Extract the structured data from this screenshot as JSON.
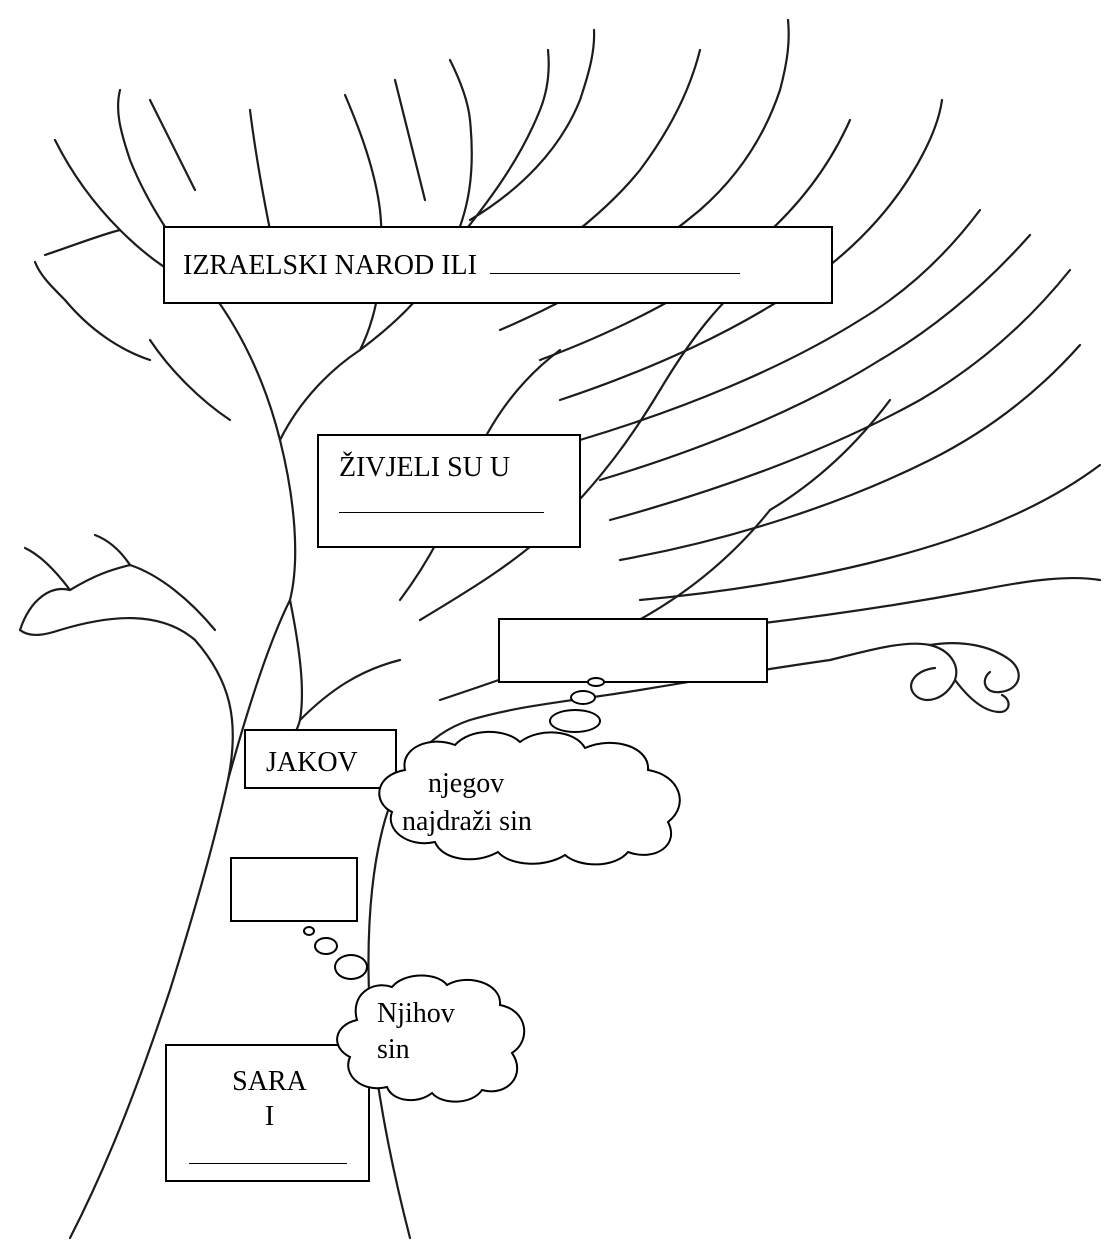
{
  "boxes": {
    "people": {
      "label": "IZRAELSKI NAROD ILI"
    },
    "land": {
      "label": "ŽIVJELI SU U"
    },
    "son_of_jacob": {
      "label": ""
    },
    "jacob": {
      "label": "JAKOV"
    },
    "son_of_sarah": {
      "label": ""
    },
    "sarah": {
      "line1": "SARA",
      "line2": "I"
    }
  },
  "clouds": {
    "favorite_son": {
      "line1": "njegov",
      "line2": "najdraži sin"
    },
    "their_son": {
      "line1": "Njihov",
      "line2": "sin"
    }
  }
}
